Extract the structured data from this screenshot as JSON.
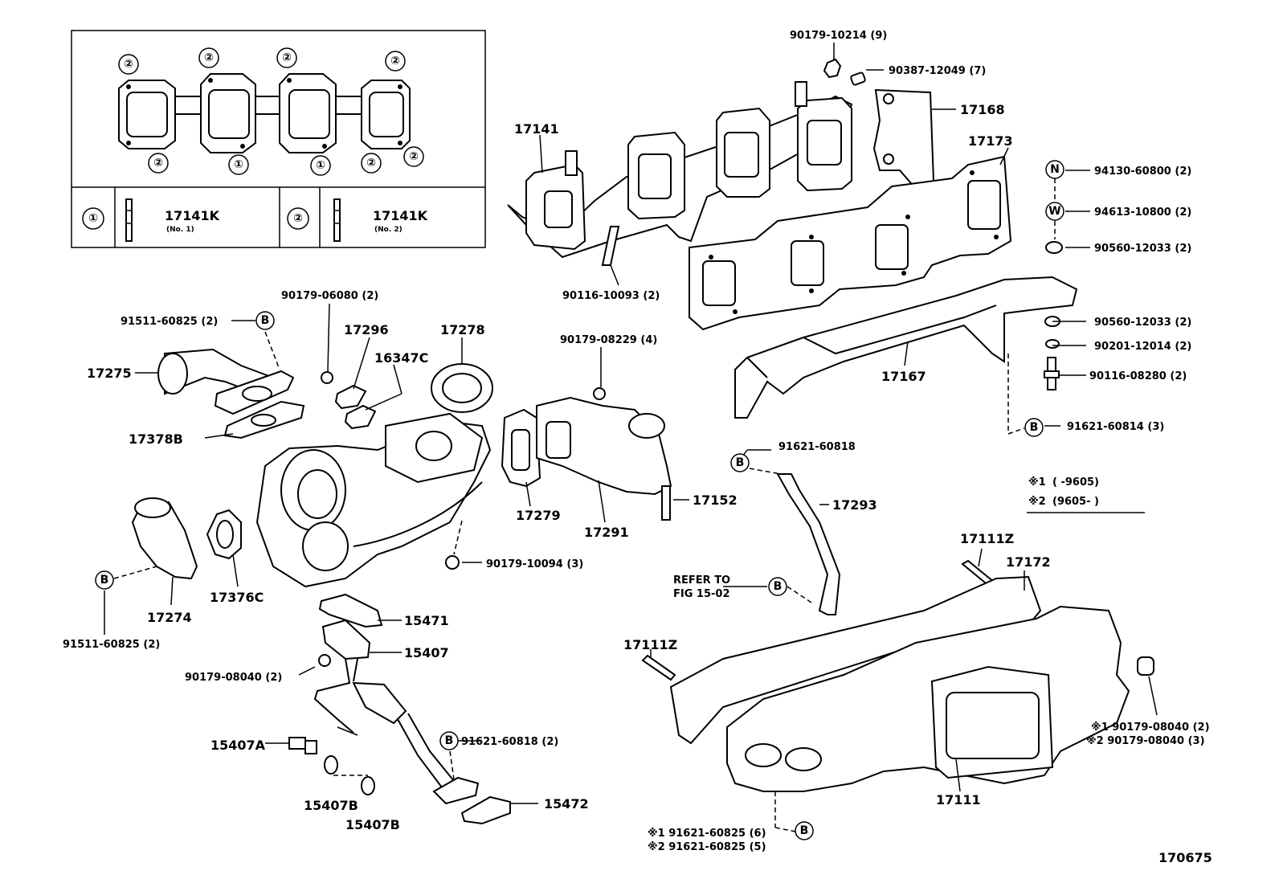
{
  "inset": {
    "gasket_markers_top": [
      "②",
      "②",
      "②",
      "②"
    ],
    "gasket_markers_bottom": [
      "②",
      "①",
      "①",
      "②",
      "②"
    ],
    "table": [
      {
        "key": "①",
        "part": "17141K",
        "note": "(No. 1)"
      },
      {
        "key": "②",
        "part": "17141K",
        "note": "(No. 2)"
      }
    ]
  },
  "symbols": {
    "B": "B",
    "N": "N",
    "W": "W"
  },
  "labels": {
    "p90179_10214": "90179-10214 (9)",
    "p90387_12049": "90387-12049 (7)",
    "p17168": "17168",
    "p17141": "17141",
    "p17173": "17173",
    "p94130_60800": "94130-60800 (2)",
    "p94613_10800": "94613-10800 (2)",
    "p90560_12033a": "90560-12033 (2)",
    "p90116_10093": "90116-10093 (2)",
    "p90179_06080": "90179-06080 (2)",
    "p91511_60825a": "91511-60825 (2)",
    "p17296": "17296",
    "p17278": "17278",
    "p16347C": "16347C",
    "p90179_08229": "90179-08229 (4)",
    "p17275": "17275",
    "p90560_12033b": "90560-12033 (2)",
    "p90201_12014": "90201-12014 (2)",
    "p17167": "17167",
    "p90116_08280": "90116-08280 (2)",
    "p17378B": "17378B",
    "p91621_60814": "91621-60814 (3)",
    "p91621_60818a": "91621-60818",
    "p17279": "17279",
    "p17291": "17291",
    "p17152": "17152",
    "p17293": "17293",
    "p90179_10094": "90179-10094 (3)",
    "p17274": "17274",
    "p17376C": "17376C",
    "p91511_60825b": "91511-60825 (2)",
    "p15471": "15471",
    "p15407": "15407",
    "p90179_08040a": "90179-08040 (2)",
    "p15407A": "15407A",
    "p15407B_1": "15407B",
    "p15407B_2": "15407B",
    "p91621_60818b": "91621-60818 (2)",
    "p15472": "15472",
    "refer1": "REFER TO",
    "refer2": "FIG 15-02",
    "p17111Z_1": "17111Z",
    "p17172": "17172",
    "p17111Z_2": "17111Z",
    "p17111": "17111",
    "mark1_08040": "※1 90179-08040 (2)",
    "mark2_08040": "※2 90179-08040 (3)",
    "mark1_60825": "※1 91621-60825 (6)",
    "mark2_60825": "※2 91621-60825 (5)",
    "legend1_key": "※1",
    "legend1_val": "(       -9605)",
    "legend2_key": "※2",
    "legend2_val": "(9605-       )",
    "figure_id": "170675"
  }
}
